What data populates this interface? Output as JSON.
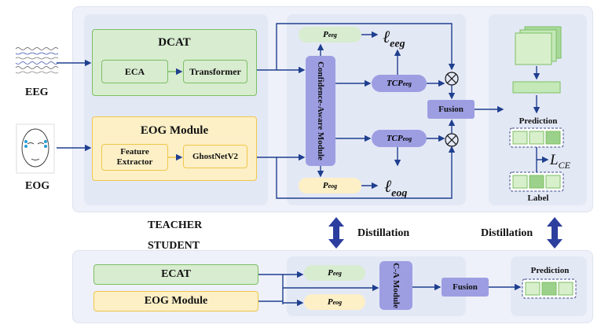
{
  "inputs": {
    "eeg": "EEG",
    "eog": "EOG"
  },
  "teacher": {
    "dcat": {
      "title": "DCAT",
      "eca": "ECA",
      "transformer": "Transformer"
    },
    "eog_module": {
      "title": "EOG Module",
      "feature_extractor": "Feature Extractor",
      "ghostnet": "GhostNetV2"
    },
    "cam": "Confidence-Aware Module",
    "p_eeg": {
      "base": "P",
      "sub": "eeg"
    },
    "p_eog": {
      "base": "P",
      "sub": "eog"
    },
    "l_eeg": {
      "base": "ℓ",
      "sub": "eeg"
    },
    "l_eog": {
      "base": "ℓ",
      "sub": "eog"
    },
    "tcp_eeg": {
      "base": "TCP",
      "sub": "eeg"
    },
    "tcp_eog": {
      "base": "TCP",
      "sub": "eog"
    },
    "fusion": "Fusion",
    "prediction": "Prediction",
    "label": "Label",
    "loss": {
      "base": "L",
      "sub": "CE"
    }
  },
  "labels": {
    "teacher": "TEACHER",
    "student": "STUDENT",
    "distillation_1": "Distillation",
    "distillation_2": "Distillation"
  },
  "student": {
    "ecat": "ECAT",
    "eog_module": "EOG Module",
    "p_eeg": {
      "base": "P",
      "sub": "eeg"
    },
    "p_eog": {
      "base": "P",
      "sub": "eog"
    },
    "ca": "C-A Module",
    "fusion": "Fusion",
    "prediction": "Prediction"
  },
  "colors": {
    "green": "#7cbf63",
    "yellow": "#f0c64a",
    "purple": "#9d9ee2",
    "arrow": "#1f3f8f",
    "big_arrow": "#2c3e9e"
  }
}
